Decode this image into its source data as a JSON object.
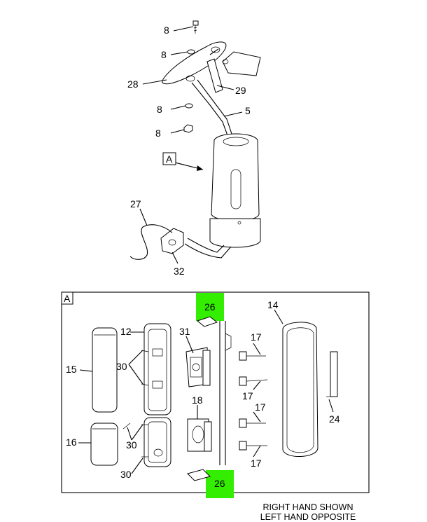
{
  "view_label": "A",
  "detail_label": "A",
  "callouts": {
    "c8a": "8",
    "c8b": "8",
    "c8c": "8",
    "c8d": "8",
    "c28": "28",
    "c29": "29",
    "c5": "5",
    "c27": "27",
    "c32": "32",
    "c26top": "26",
    "c26bot": "26",
    "c12": "12",
    "c15": "15",
    "c16": "16",
    "c30a": "30",
    "c30b": "30",
    "c30c": "30",
    "c31": "31",
    "c18": "18",
    "c14": "14",
    "c17a": "17",
    "c17b": "17",
    "c17c": "17",
    "c17d": "17",
    "c24": "24"
  },
  "notes": {
    "line1": "RIGHT HAND SHOWN",
    "line2": "LEFT HAND OPPOSITE"
  },
  "colors": {
    "highlight": "#33ee00",
    "ink": "#000000"
  }
}
